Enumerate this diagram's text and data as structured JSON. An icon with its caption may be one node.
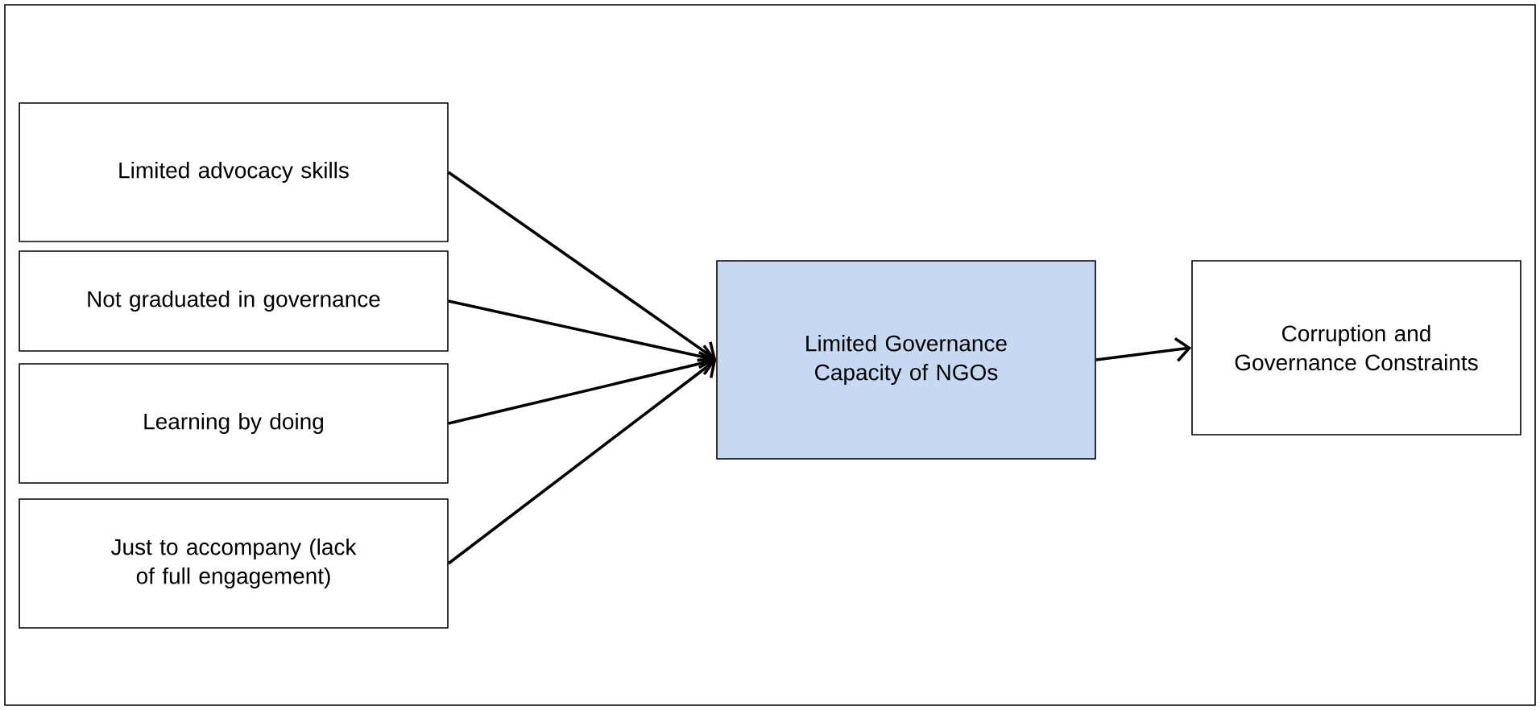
{
  "diagram": {
    "nodes": [
      {
        "text": [
          "Limited advocacy skills"
        ]
      },
      {
        "text": [
          "Not graduated in governance"
        ]
      },
      {
        "text": [
          "Learning by doing"
        ]
      },
      {
        "text": [
          "Just to accompany (lack of full engagement)"
        ]
      },
      {
        "text": [
          "Limited Governance Capacity of NGOs"
        ]
      },
      {
        "text": [
          "Corruption and Governance Constraints"
        ]
      }
    ],
    "edges": [
      {
        "from": 0,
        "to": 4,
        "arrow": "to"
      },
      {
        "from": 1,
        "to": 4,
        "arrow": "to"
      },
      {
        "from": 2,
        "to": 4,
        "arrow": "to"
      },
      {
        "from": 3,
        "to": 4,
        "arrow": "to"
      },
      {
        "from": 4,
        "to": 5,
        "arrow": "to"
      }
    ]
  }
}
